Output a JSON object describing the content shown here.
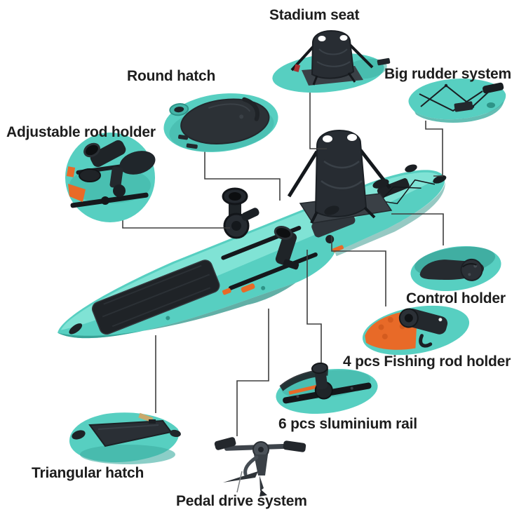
{
  "diagram": {
    "type": "product-feature-callout-diagram",
    "subject": "pedal drive fishing kayak",
    "labels": {
      "stadium_seat": "Stadium seat",
      "round_hatch": "Round hatch",
      "big_rudder": "Big rudder system",
      "adjustable_rod_holder": "Adjustable rod holder",
      "control_holder": "Control holder",
      "fishing_rod_holder": "4 pcs Fishing rod holder",
      "aluminium_rail": "6 pcs sluminium rail",
      "triangular_hatch": "Triangular hatch",
      "pedal_drive": "Pedal drive system"
    },
    "colors": {
      "teal": "#57CFC1",
      "teal_light": "#85E4D7",
      "teal_dark": "#2E9488",
      "black_part": "#1F2327",
      "gray_part": "#3A4046",
      "orange": "#E86A28",
      "leader_line": "#3E3E3E",
      "label_text": "#1D1D1D",
      "background": "#FFFFFF"
    }
  }
}
